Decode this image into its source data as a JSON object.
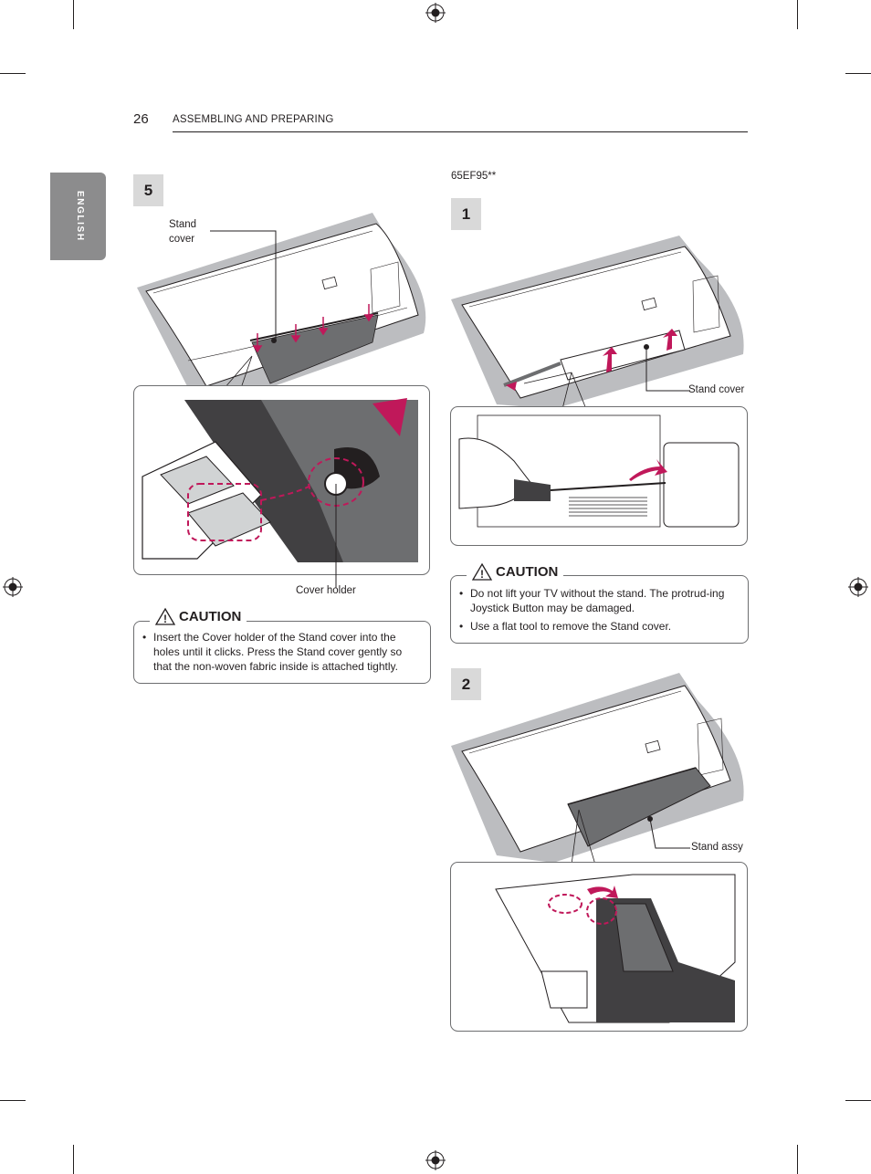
{
  "header": {
    "page_number": "26",
    "section_title": "ASSEMBLING AND PREPARING"
  },
  "side_tab": {
    "label": "ENGLISH"
  },
  "left": {
    "step": "5",
    "stand_cover_label_line1": "Stand",
    "stand_cover_label_line2": "cover",
    "cover_holder_label": "Cover holder",
    "caution": {
      "title": "CAUTION",
      "items": [
        "Insert the Cover holder of the Stand cover into the holes until it clicks. Press the Stand cover gently so that the non-woven fabric inside is attached tightly."
      ]
    }
  },
  "right": {
    "model": "65EF95**",
    "step1": "1",
    "stand_cover_label": "Stand cover",
    "caution": {
      "title": "CAUTION",
      "items": [
        "Do not lift your TV without the stand. The protrud-ing Joystick Button may be damaged.",
        "Use a flat tool to remove the Stand cover."
      ]
    },
    "step2": "2",
    "stand_assy_label": "Stand assy"
  },
  "colors": {
    "accent": "#c0185a",
    "gray": "#bcbdc0",
    "step_bg": "#d9d9d9",
    "tab": "#8c8c8d"
  },
  "icons": [
    "registration-mark-icon",
    "warning-triangle-icon",
    "arrow-icon"
  ]
}
